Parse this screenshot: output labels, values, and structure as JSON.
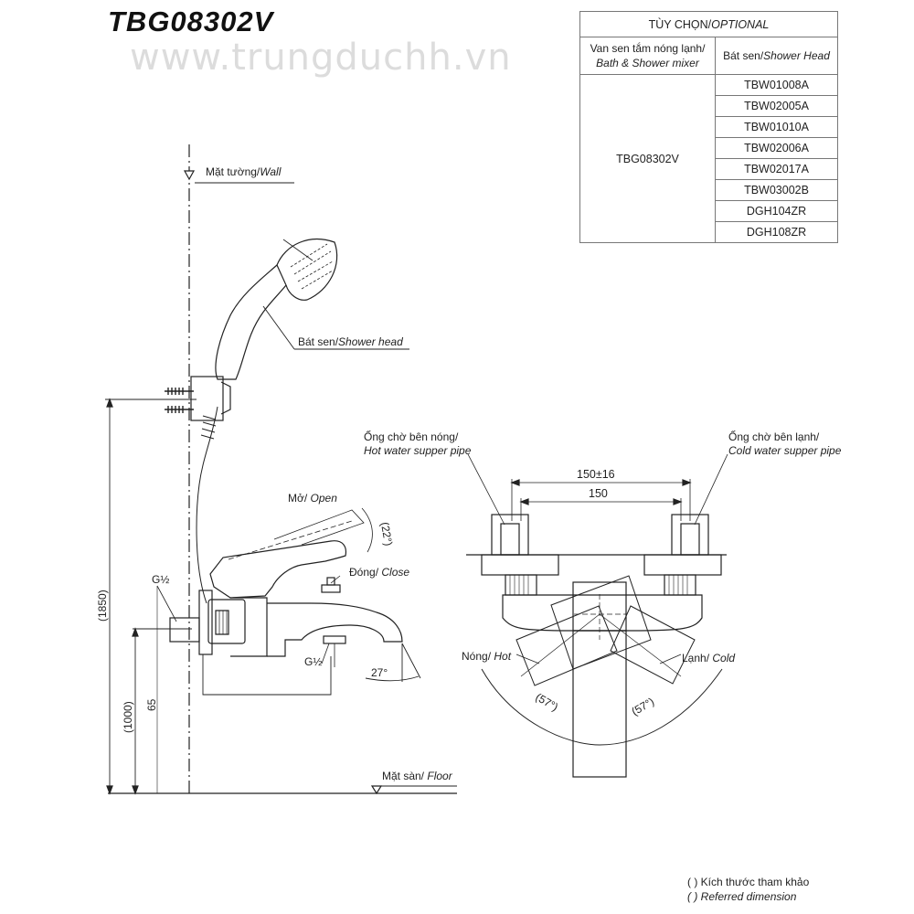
{
  "title": "TBG08302V",
  "watermark": "www.trungduchh.vn",
  "optional_table": {
    "header": "TÙY CHỌN/",
    "header_en": "OPTIONAL",
    "col1_header_vi": "Van sen tắm nóng lạnh/",
    "col1_header_en": "Bath & Shower mixer",
    "col2_header_vi": "Bát sen/",
    "col2_header_en": "Shower Head",
    "mixer_model": "TBG08302V",
    "shower_heads": [
      "TBW01008A",
      "TBW02005A",
      "TBW01010A",
      "TBW02006A",
      "TBW02017A",
      "TBW03002B",
      "DGH104ZR",
      "DGH108ZR"
    ]
  },
  "labels": {
    "wall_vi": "Mặt tường/",
    "wall_en": "Wall",
    "shower_head_vi": "Bát sen/",
    "shower_head_en": "Shower head",
    "open_vi": "Mở/",
    "open_en": " Open",
    "close_vi": "Đóng/",
    "close_en": " Close",
    "angle_22": "(22°)",
    "angle_27": "27°",
    "g_half_top": "G½",
    "g_half_bottom": "G½",
    "dim_1850": "(1850)",
    "dim_1000": "(1000)",
    "dim_65": "65",
    "floor_vi": "Mặt sàn/",
    "floor_en": " Floor",
    "hot_pipe_vi": "Ống chờ bên nóng/",
    "hot_pipe_en": "Hot water supper pipe",
    "cold_pipe_vi": "Ống chờ bên lạnh/",
    "cold_pipe_en": "Cold water supper pipe",
    "dim_150_16": "150±16",
    "dim_150": "150",
    "hot_vi": "Nóng/",
    "hot_en": " Hot",
    "cold_vi": "Lạnh/",
    "cold_en": " Cold",
    "angle_57_left": "(57°)",
    "angle_57_right": "(57°)"
  },
  "legend": {
    "line1": "( ) Kích thước tham khảo",
    "line2": "( ) Referred dimension"
  }
}
